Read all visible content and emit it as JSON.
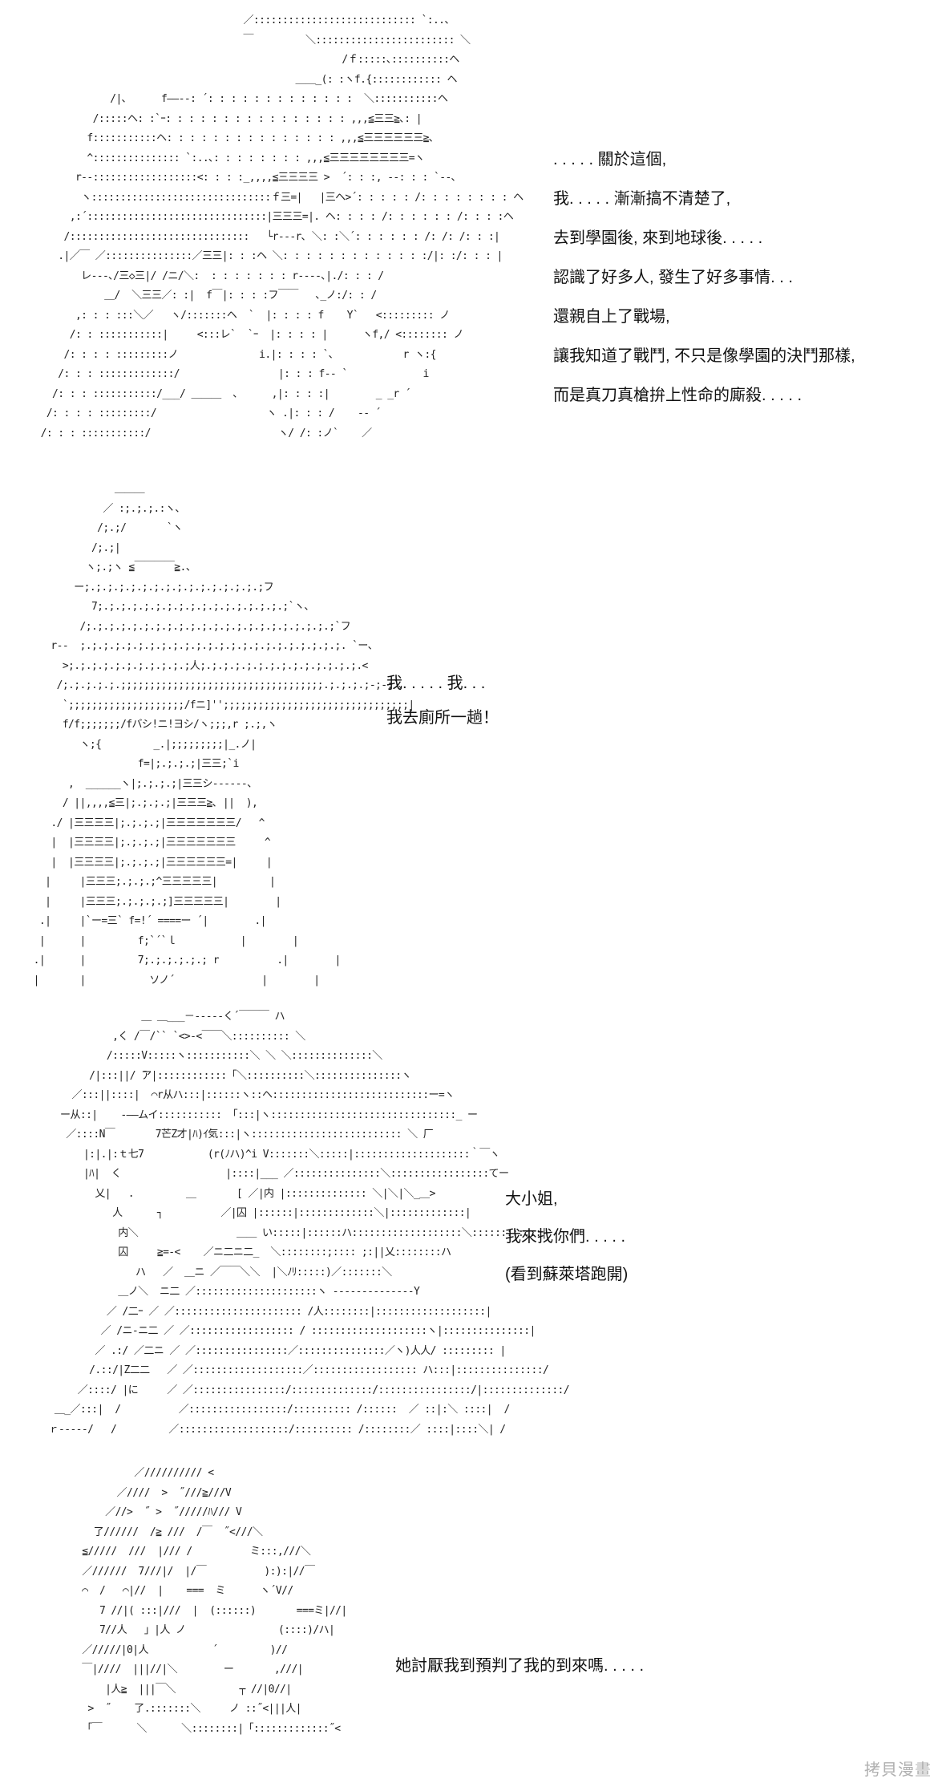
{
  "panels": [
    {
      "art": [
        "                                          ／:::::::::::::::::::::::::::: `:..、",
        "                                          ￣         ＼:::::::::::::::::::::::: ＼",
        "                                                           /ｆ:::::､::::::::::ヘ",
        "                                                   ＿＿_(: :ヽf.{:::::::::::: ヘ",
        "                   /|､      f――‐‐: ´: : : : : : : : : : : : :  ＼:::::::::::ヘ",
        "                /:::::ヘ: :`ｰ: : : : : : : : : : : : : : : : ,,,≦三三≧､: |",
        "               f:::::::::::ヘ: : : : : : : : : : : : : : : ,,,≦三三三三三三≧､",
        "               ^::::::::::::::: `:..､: : : : : : : : ,,,≦三三三三三三三三=ヽ",
        "             r‐‐::::::::::::::::::<: : : :_,,,,≦三三三三 >  ´: : :, ‐‐: : : `‐‐､",
        "              ヽ:::::::::::::::::::::::::::::::ｆ三=|   |三ヘ>´: : : : : /: : : : : : : : ヘ",
        "            ,:´:::::::::::::::::::::::::::::::|三三三=|. ヘ: : : : /: : : : : : /: : : :ヘ",
        "           /:::::::::::::::::::::::::::::::   └r‐‐‐r､ ＼: :＼´: : : : : : /: /: /: : :|",
        "          .|／￣ ／:::::::::::::::／三三|: : :ヘ ＼: : : : : : : : : : : : :/|: :/: : : |",
        "              レ‐‐-､/三◇三|/ /ニ/＼:  : : : : : : : r‐‐‐‐､|./: : : /",
        "                  ＿/  ＼三三／: :|  f￣|: : : :フ￣￣   ､_ノ:/: : /",
        "             ,: : : :::＼／   ヽ/:::::::ヘ  `  |: : : : f    Y`   <::::::::: ノ",
        "            /: : :::::::::::|     <:::レ`  `ｰ  |: : : : |      ヽf,/ <:::::::: ノ",
        "           /: : : : :::::::::ノ              i.|: : : : `､            r ヽ:{",
        "          /: : : :::::::::::::/                 |: : : f‐‐ `             i",
        "         /: : : :::::::::::/___/ ＿＿＿  、     ,|: : : :|        _ _r ´",
        "        /: : : : :::::::::/                   ヽ .|: : : /    ‐‐ ´",
        "       /: : : :::::::::::/                      ヽ/ /: :ノ`    ／"
      ],
      "dialog": [
        ". . . . . 關於這個,",
        "我. . . . . 漸漸搞不清楚了,",
        "去到學園後, 來到地球後. . . . .",
        "認識了好多人, 發生了好多事情. . .",
        "還親自上了戰場,",
        "讓我知道了戰鬥, 不只是像學園的決鬥那樣,",
        "而是真刀真槍拚上性命的廝殺. . . . ."
      ]
    },
    {
      "art": [
        "                 ＿＿＿",
        "               ／ :;.;.;.:ヽ、",
        "              /;.;/       `ヽ",
        "             /;.;|",
        "            ヽ;.;ヽ ≦￣￣￣￣≧.、",
        "          ー;.;.;.;.;.;.;.;.;.;.;.;.;.;.;.;フ",
        "             7;.;.;.;.;.;.;.;.;.;.;.;.;.;.;.;.;`ヽ、",
        "           /;.;.;.;.;.;.;.;.;.;.;.;.;.;.;.;.;.;.;.;.;.;`フ",
        "      r‐‐  ;.;.;.;.;.;.;.;.;.;.;.;.;.;.;.;.;.;.;.;.;.;.;. `ー、",
        "        >;.;.;.;.;.;.;.;.;.;.;人;.;.;.;.;.;.;.;.;.;.;.;.;.;.<",
        "       /;.;.;.;.;.;;;;;;;;;;;;;;;;;;;;;;;;;;;;;;;;;;;.;.;.;.;-;‐;`､",
        "        `;;;;;;;;;;;;;;;;;;;;/fニ]'';;;;;;;;;;;;;;;;;;;;;;;;;;;;;;;;|",
        "        f/f;;;;;;;/fバシ!ニ!ヨシ/ヽ;;;,r ;.;,ヽ",
        "           ヽ;{         _.|;;;;;;;;;|_.ノ|",
        "                     f=|;.;.;.;|三三;`i",
        "         ,  ______ヽ|;.;.;.;|三三シ------、",
        "        / ||,,,,≦三|;.;.;.;|三三三≧､ ||  ),",
        "      ./ |三三三三|;.;.;.;|三三三三三三三/   ^",
        "      |  |三三三三|;.;.;.;|三三三三三三三     ^",
        "      |  |三三三三|;.;.;.;|三三三三三三=|     |",
        "     |     |三三三;.;.;.;^三三三三三|         |",
        "     |     |三三三;.;.;.;.;]三三三三三|        |",
        "    .|     |`ー=三` f=!´ ====ー ´|        .|",
        "    |      |         f;`´`ｌ           |        |",
        "   .|      |         7;.;.;.;.;.; r          .|        |",
        "   |       |           ソノ´               |        |"
      ],
      "dialog": [
        "我. . . . . 我. . .",
        "我去廁所一趟！"
      ]
    },
    {
      "art": [
        "                       ＿ ＿___－‐‐‐‐‐く´￣￣￣ ハ",
        "                  ,く /￣/`` `<>-<￣￣＼:::::::::: ＼",
        "                 /:::::V:::::ヽ:::::::::::＼ ＼ ＼::::::::::::::＼",
        "              /|:::||/ ̄ア|::::::::::::「＼::::::::::＼:::::::::::::::ヽ",
        "           ／:::||::::|  ⌒r从ハ:::|::::::ヽ::ヘ:::::::::::::::::::::::::::ー=ヽ",
        "         ー从::|    ‐――ムイ::::::::::: 「:::|ヽ::::::::::::::::::::::::::::::::_ ー",
        "          ／::::N￣       7芒Z才|ﾊ)ｲ気:::|ヽ:::::::::::::::::::::::::: ＼ 厂",
        "             |:|.|:ｔ七7           (r(ﾉハ)^i V:::::::＼:::::|::::::::::::::::::::｀￣ヽ",
        "             |ﾊ|  く                  |::::|___ ／:::::::::::::::＼:::::::::::::::::てー",
        "               乂|   .         ＿       [ ／|内 |:::::::::::::: ＼|＼|＼_＿>",
        "                  人      ┐          ／|囚 |::::::|:::::::::::::＼|:::::::::::::|",
        "                   内＼                 ＿＿ い:::::|::::::ハ:::::::::::::::::::＼::::::::::::|",
        "                   囚     ≧=-<    ／ニ二ニ二_  ＼::::::::;:::: ;:||乂::::::::ハ",
        "                      ハ   ／  ＿ニ ／￣￣＼＼  |＼ﾉﾘ:::::)／:::::::＼",
        "                   ＿ノ＼  ニ二 ／:::::::::::::::::::::ヽ ‐‐‐‐‐‐‐‐‐‐‐‐‐‐Y",
        "                 ／ /二ｰ ／ ／:::::::::::::::::::::: /人::::::::|:::::::::::::::::::|",
        "                ／ /ニ-ニ二 ／ ／:::::::::::::::::: / ::::::::::::::::::::ヽ|:::::::::::::::|",
        "               ／ .:/ ／二ニ ／ ／::::::::::::::::／:::::::::::::::／ヽ)人人/ ::::::::: |",
        "              /.::/|Z二二   ／ ／:::::::::::::::::::／:::::::::::::::::: ハ:::|:::::::::::::::/",
        "            ／::::/ |に     ／ ／::::::::::::::::/::::::::::::::/::::::::::::::::/|::::::::::::::/",
        "        ＿_／:::|  /          ／:::::::::::::::::/:::::::::: /::::::  ／ ::|:＼ ::::|  /",
        "       ｒ‐‐‐‐‐/   /         ／:::::::::::::::::::/:::::::::: /::::::::／ ::::|::::＼| /"
      ],
      "dialog": [
        "大小姐,",
        "我來找你們. . . . .",
        "(看到蘇萊塔跑開)"
      ]
    },
    {
      "art": [
        "                   ／////////// <",
        "                ／////  >  ˝///≧///V",
        "              ／//>  ˝ >  ˝/////ﾊ/// V",
        "            了//////  /≧ ///  /￣  ˝<///＼",
        "          ≦/////  ///  |/// /          ミ:::,///＼",
        "          ／//////  7///|/  |/￣          ):):|//￣",
        "          ⌒  /   ⌒|//  |    ===  ミ      ヽ´V//",
        "             7 //|( :::|///  |  (::::::)       ===ミ|//|",
        "             7//人   」|人 ノ                (::::)/ハ|",
        "          ／/////|0|人           ´         )//",
        "          ￣|////  |||//|＼        ー       ,///|",
        "              |人≧  |||￣＼           ┬ //|0//|",
        "           >  ˝    了.:::::::＼     ノ ::˝<|||人|",
        "          「￣      ＼      ＼::::::::|「:::::::::::::˝<"
      ],
      "dialog": [
        "她討厭我到預判了我的到來嗎. . . . ."
      ]
    }
  ],
  "watermark": "拷貝漫畫"
}
